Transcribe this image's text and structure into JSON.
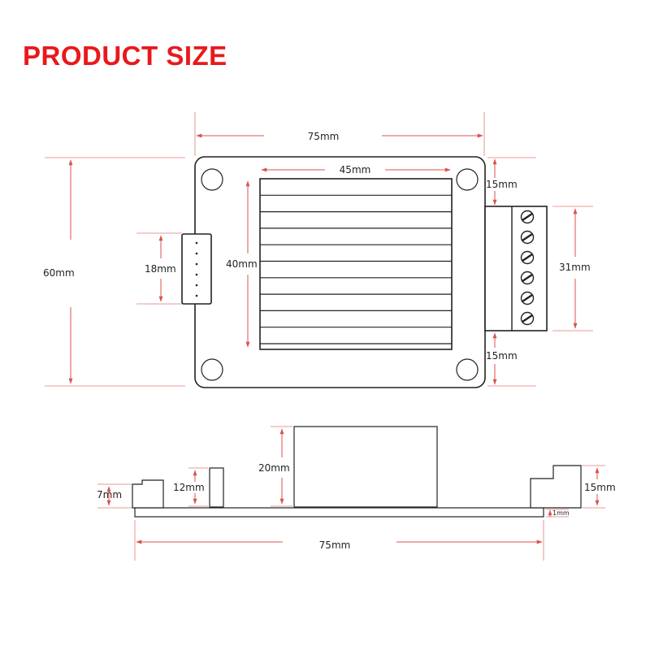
{
  "heading": {
    "text": "PRODUCT SIZE",
    "color": "#e8191c"
  },
  "colors": {
    "dimension": "#d9534f",
    "outline": "#222222"
  },
  "top_view": {
    "board_width": "75mm",
    "board_height": "60mm",
    "heatsink_width": "45mm",
    "heatsink_height": "40mm",
    "connector_height": "18mm",
    "terminal_top_offset": "15mm",
    "terminal_height": "31mm",
    "terminal_bottom_offset": "15mm"
  },
  "side_view": {
    "heatsink_height": "20mm",
    "connector_height": "12mm",
    "left_block_height": "7mm",
    "terminal_height": "15mm",
    "board_thickness": "1mm",
    "board_length": "75mm"
  }
}
